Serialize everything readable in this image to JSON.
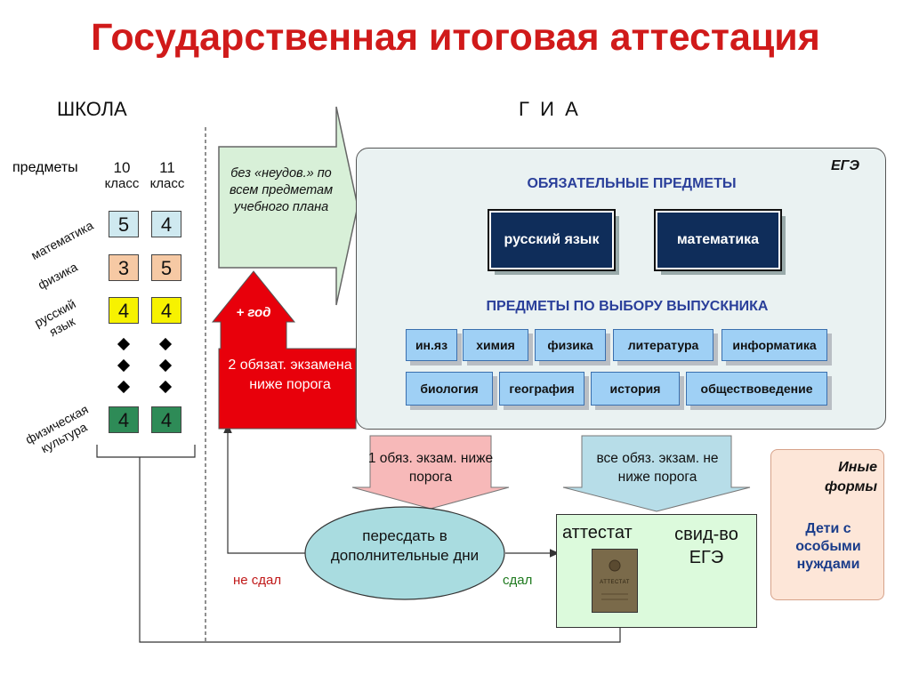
{
  "title": "Государственная итоговая аттестация",
  "school_header": "ШКОЛА",
  "gia_header": "Г  И  А",
  "school": {
    "subjects_label": "предметы",
    "col10_num": "10",
    "col10_word": "класс",
    "col11_num": "11",
    "col11_word": "класс",
    "rows": [
      {
        "label": "математика",
        "g10": "5",
        "g11": "4",
        "color": "#cfe9f0"
      },
      {
        "label": "физика",
        "g10": "3",
        "g11": "5",
        "color": "#f6c9a4"
      },
      {
        "label_line1": "русский",
        "label_line2": "язык",
        "g10": "4",
        "g11": "4",
        "color": "#f7f200"
      },
      {
        "label_line1": "физическая",
        "label_line2": "культура",
        "g10": "4",
        "g11": "4",
        "color": "#2e8b57"
      }
    ]
  },
  "green_arrow_text": "без «неудов.» по всем предметам учебного плана",
  "plus_year": "+ год",
  "red_box_text": "2 обязат. экзамена ниже порога",
  "ege": {
    "label": "ЕГЭ",
    "mandatory_title": "ОБЯЗАТЕЛЬНЫЕ ПРЕДМЕТЫ",
    "mandatory": [
      "русский язык",
      "математика"
    ],
    "optional_title": "ПРЕДМЕТЫ ПО ВЫБОРУ ВЫПУСКНИКА",
    "optional_row1": [
      "ин.яз",
      "химия",
      "физика",
      "литература",
      "информатика"
    ],
    "optional_row2": [
      "биология",
      "география",
      "история",
      "обществоведение"
    ]
  },
  "pink_arrow_text": "1 обяз. экзам. ниже порога",
  "blue_arrow_text": "все обяз. экзам. не ниже порога",
  "retake_text": "пересдать в дополнительные дни",
  "not_passed": "не сдал",
  "passed": "сдал",
  "result": {
    "attestat": "аттестат",
    "cert": "свид-во ЕГЭ",
    "doc_label": "АТТЕСТАТ"
  },
  "other": {
    "title": "Иные формы",
    "text": "Дети с особыми нуждами"
  },
  "colors": {
    "title_red": "#d01a1a",
    "section_blue": "#2a3f9a",
    "red_box": "#e8000b",
    "green_result": "#dcfadc"
  }
}
